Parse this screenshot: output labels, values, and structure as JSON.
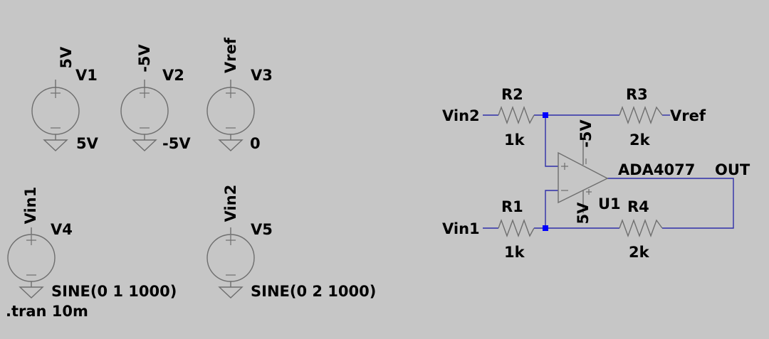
{
  "colors": {
    "background": "#c6c6c6",
    "wire": "#2f2fa8",
    "component": "#6e6e6e",
    "junction": "#0000ff",
    "text": "#000000"
  },
  "sources": {
    "v1": {
      "ref": "V1",
      "net": "5V",
      "value": "5V"
    },
    "v2": {
      "ref": "V2",
      "net": "-5V",
      "value": "-5V"
    },
    "v3": {
      "ref": "V3",
      "net": "Vref",
      "value": "0"
    },
    "v4": {
      "ref": "V4",
      "net": "Vin1",
      "value": "SINE(0 1 1000)"
    },
    "v5": {
      "ref": "V5",
      "net": "Vin2",
      "value": "SINE(0 2 1000)"
    }
  },
  "directive": ".tran 10m",
  "amplifier": {
    "r1": {
      "ref": "R1",
      "value": "1k"
    },
    "r2": {
      "ref": "R2",
      "value": "1k"
    },
    "r3": {
      "ref": "R3",
      "value": "2k"
    },
    "r4": {
      "ref": "R4",
      "value": "2k"
    },
    "opamp": {
      "ref": "U1",
      "model": "ADA4077"
    },
    "net_vin1": "Vin1",
    "net_vin2": "Vin2",
    "net_vref": "Vref",
    "net_out": "OUT",
    "supply_neg": "-5V",
    "supply_pos": "5V"
  }
}
